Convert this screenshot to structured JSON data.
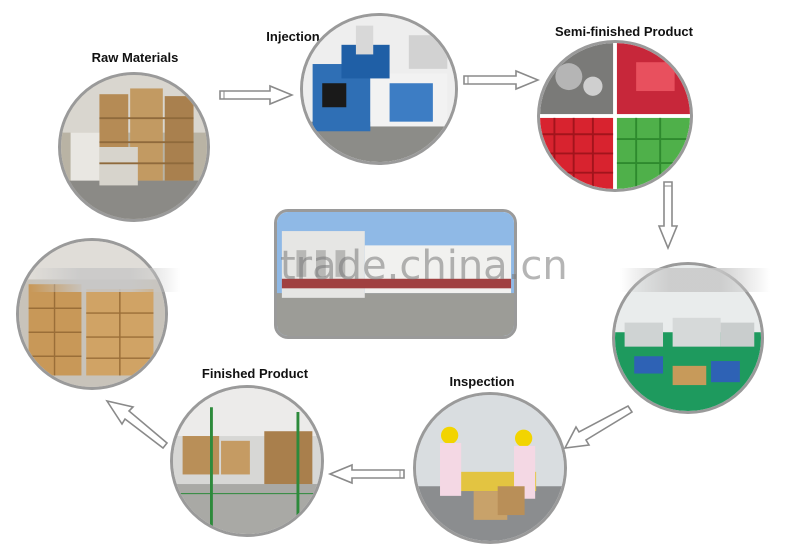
{
  "watermark": "trade.china.cn",
  "steps": {
    "raw_materials": "Raw Materials",
    "injection": "Injection",
    "semi_finished": "Semi-finished Product",
    "inspection": "Inspection",
    "finished_product": "Finished Product"
  },
  "colors": {
    "circle_border": "#9a9a9a",
    "arrow_stroke": "#8a8a8a",
    "arrow_fill": "#ffffff"
  },
  "icons": {
    "arrow": "double-outline-arrow"
  }
}
